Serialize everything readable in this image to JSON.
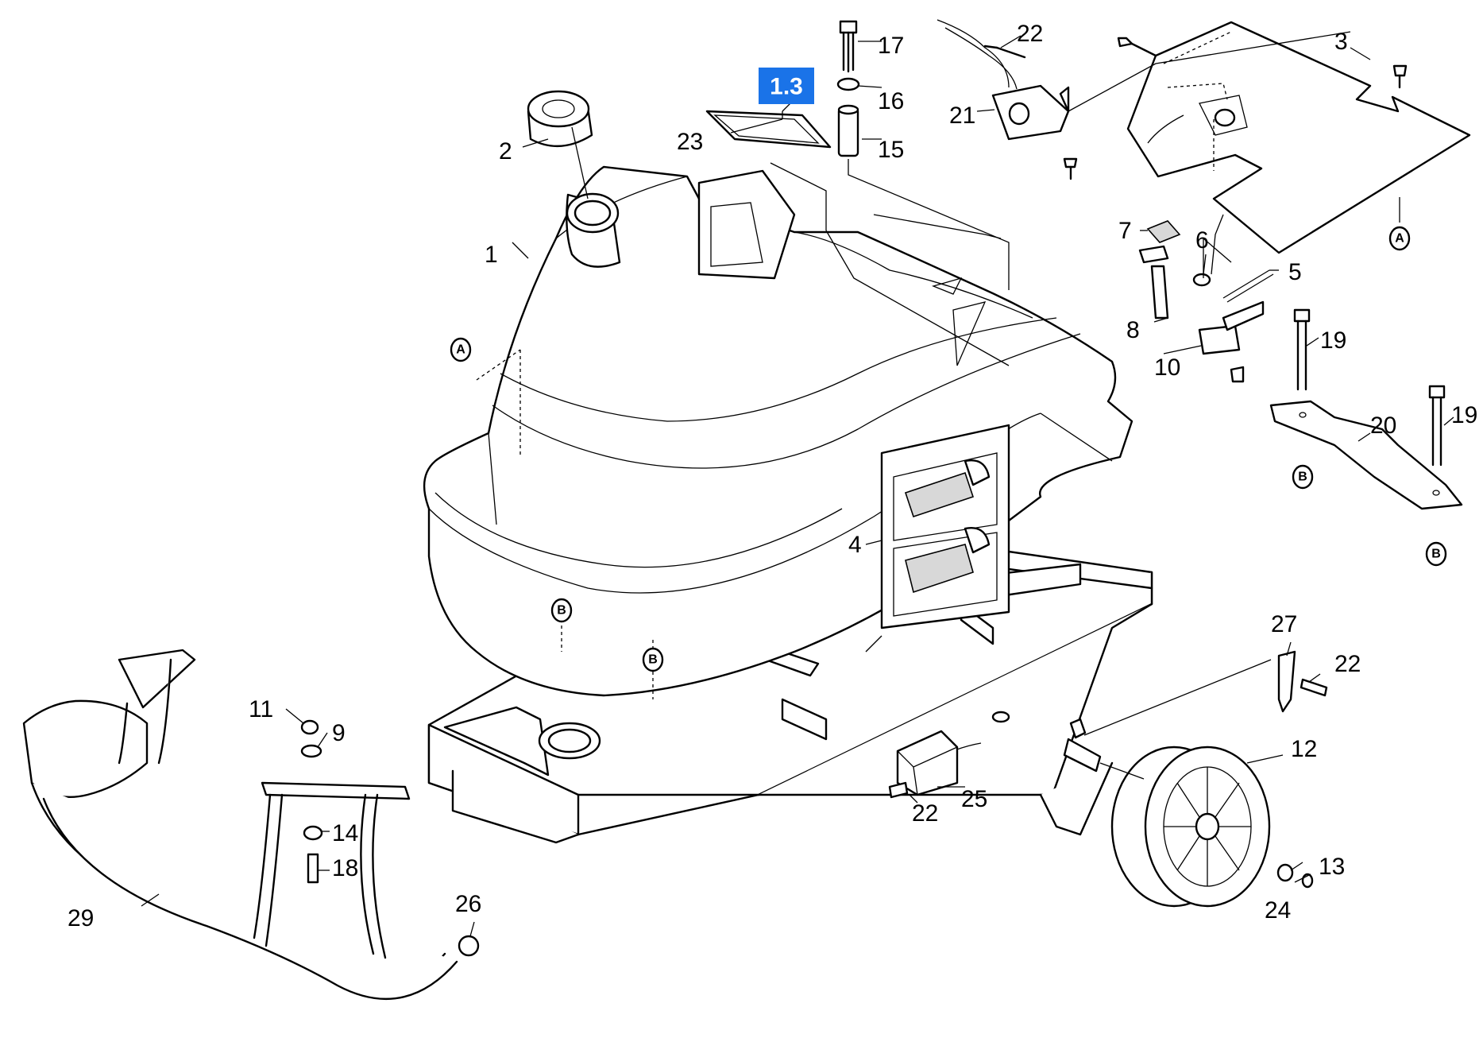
{
  "reference_badge": {
    "text": "1.3",
    "color": "#1a73e8"
  },
  "callouts": [
    "1",
    "2",
    "3",
    "4",
    "5",
    "6",
    "7",
    "8",
    "9",
    "10",
    "11",
    "12",
    "13",
    "14",
    "15",
    "16",
    "17",
    "18",
    "19",
    "20",
    "21",
    "22",
    "23",
    "24",
    "25",
    "26",
    "27",
    "29"
  ],
  "connection_markers": {
    "a": "A",
    "b": "B"
  }
}
